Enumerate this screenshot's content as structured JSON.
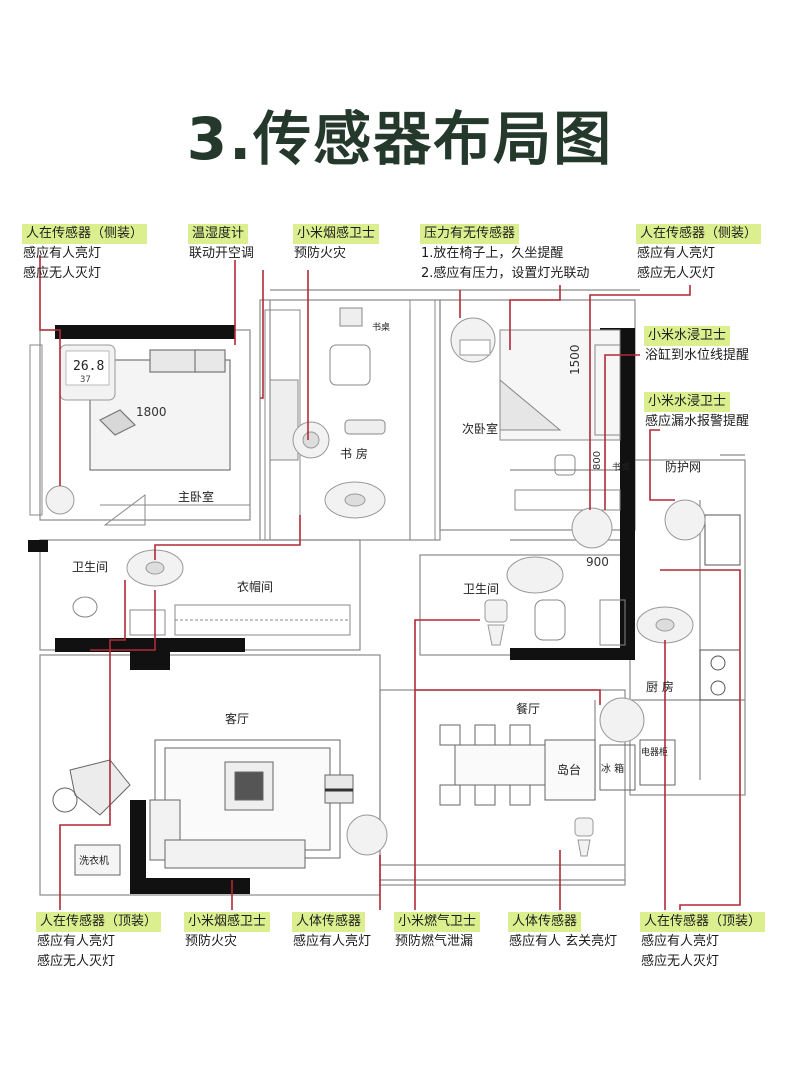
{
  "title": "3.传感器布局图",
  "labels": [
    {
      "key": "body-sensor-side-master",
      "head": "人在传感器（侧装）",
      "lines": [
        "感应有人亮灯",
        "感应无人灭灯"
      ]
    },
    {
      "key": "thermo-hygrometer",
      "head": "温湿度计",
      "lines": [
        "联动开空调"
      ]
    },
    {
      "key": "smoke-detector-study",
      "head": "小米烟感卫士",
      "lines": [
        "预防火灾"
      ]
    },
    {
      "key": "pressure-sensor",
      "head": "压力有无传感器",
      "lines": [
        "1.放在椅子上，久坐提醒",
        "2.感应有压力，设置灯光联动"
      ]
    },
    {
      "key": "body-sensor-side-second",
      "head": "人在传感器（侧装）",
      "lines": [
        "感应有人亮灯",
        "感应无人灭灯"
      ]
    },
    {
      "key": "water-sensor-bath",
      "head": "小米水浸卫士",
      "lines": [
        "浴缸到水位线提醒"
      ]
    },
    {
      "key": "water-sensor-leak",
      "head": "小米水浸卫士",
      "lines": [
        "感应漏水报警提醒"
      ]
    },
    {
      "key": "body-sensor-ceiling-left",
      "head": "人在传感器（顶装）",
      "lines": [
        "感应有人亮灯",
        "感应无人灭灯"
      ]
    },
    {
      "key": "smoke-detector-living",
      "head": "小米烟感卫士",
      "lines": [
        "预防火灾"
      ]
    },
    {
      "key": "motion-sensor-living",
      "head": "人体传感器",
      "lines": [
        "感应有人亮灯"
      ]
    },
    {
      "key": "gas-sensor",
      "head": "小米燃气卫士",
      "lines": [
        "预防燃气泄漏"
      ]
    },
    {
      "key": "motion-sensor-entry",
      "head": "人体传感器",
      "lines": [
        "感应有人  玄关亮灯"
      ]
    },
    {
      "key": "body-sensor-ceiling-right",
      "head": "人在传感器（顶装）",
      "lines": [
        "感应有人亮灯",
        "感应无人灭灯"
      ]
    }
  ],
  "rooms": {
    "master_bedroom": "主卧室",
    "study": "书 房",
    "second_bedroom": "次卧室",
    "bathroom_left": "卫生间",
    "cloakroom": "衣帽间",
    "bathroom_right": "卫生间",
    "protect_net": "防护网",
    "kitchen": "厨 房",
    "living_room": "客厅",
    "dining_room": "餐厅",
    "island": "岛台",
    "fridge": "冰 箱",
    "appliance_cabinet": "电器柜",
    "washer": "洗衣机",
    "desk_study": "书桌",
    "desk_second": "书桌"
  },
  "dimensions": {
    "master_bed_width": "1800",
    "second_bed_length": "1500",
    "second_desk": "800",
    "bath_width": "900"
  },
  "thermo_display": {
    "temp": "26.8",
    "hum": "37"
  },
  "colors": {
    "title": "#24392c",
    "label_bg": "#dcef8f",
    "leader": "#b02a37",
    "wall": "#111111",
    "line": "#8a8a8a"
  }
}
